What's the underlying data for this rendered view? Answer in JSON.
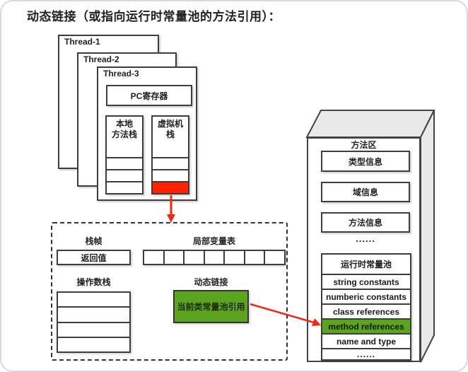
{
  "title": "动态链接（或指向运行时常量池的方法引用）：",
  "threads": {
    "t1": "Thread-1",
    "t2": "Thread-2",
    "t3": "Thread-3"
  },
  "thread3": {
    "pc_register": "PC寄存器",
    "native_stack_line1": "本地",
    "native_stack_line2": "方法栈",
    "vm_stack_line1": "虚拟机",
    "vm_stack_line2": "栈"
  },
  "frame": {
    "stack_frame_label": "栈帧",
    "return_value": "返回值",
    "local_var_table_label": "局部变量表",
    "operand_stack_label": "操作数栈",
    "dynamic_link_label": "动态链接",
    "const_pool_ref": "当前类常量池引用"
  },
  "method_area": {
    "title": "方法区",
    "boxes": [
      "类型信息",
      "域信息",
      "方法信息"
    ],
    "ellipsis": "......",
    "pool": {
      "header": "运行时常量池",
      "rows": [
        {
          "label": "string constants",
          "highlight": false
        },
        {
          "label": "numberic constants",
          "highlight": false
        },
        {
          "label": "class references",
          "highlight": false
        },
        {
          "label": "method references",
          "highlight": true
        },
        {
          "label": "name and type",
          "highlight": false
        },
        {
          "label": "......",
          "highlight": false
        }
      ]
    }
  },
  "colors": {
    "highlight_red": "#ff2200",
    "highlight_green": "#5ca41f",
    "arrow_red": "#f42613",
    "box_border": "#3d3d3d",
    "face_gray": "#e9e9e9"
  }
}
